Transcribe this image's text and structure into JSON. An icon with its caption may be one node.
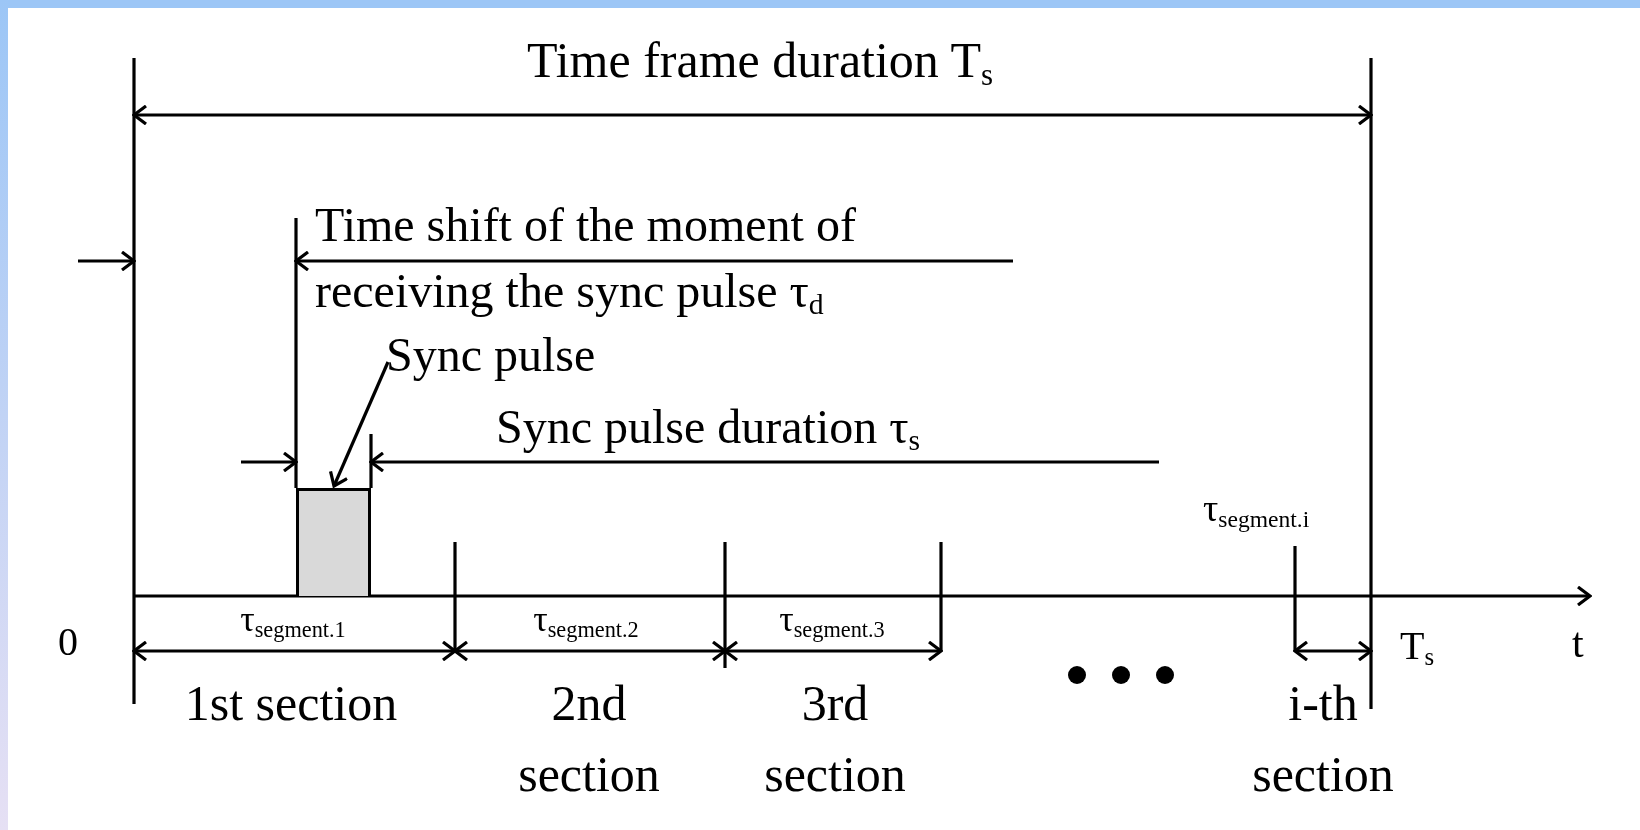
{
  "diagram": {
    "nodes": [
      {
        "text": [
          "Sync pulse"
        ]
      },
      {
        "text": [],
        "shape": "box"
      }
    ],
    "edges": [
      {
        "from": 0,
        "to": 1,
        "arrow": "to"
      }
    ],
    "labels": [
      "Time frame duration T$_{s}$",
      "Time shift of the moment of receiving the sync pulse τ$_{d}$",
      "Sync pulse duration τ$_{s}$",
      "τ$_{segment.i}$",
      "0",
      "τ$_{segment.1}$",
      "τ$_{segment.2}$",
      "τ$_{segment.3}$",
      "T$_{s}$",
      "t",
      "1st section",
      "2nd section",
      "3rd section",
      "i-th section"
    ]
  }
}
